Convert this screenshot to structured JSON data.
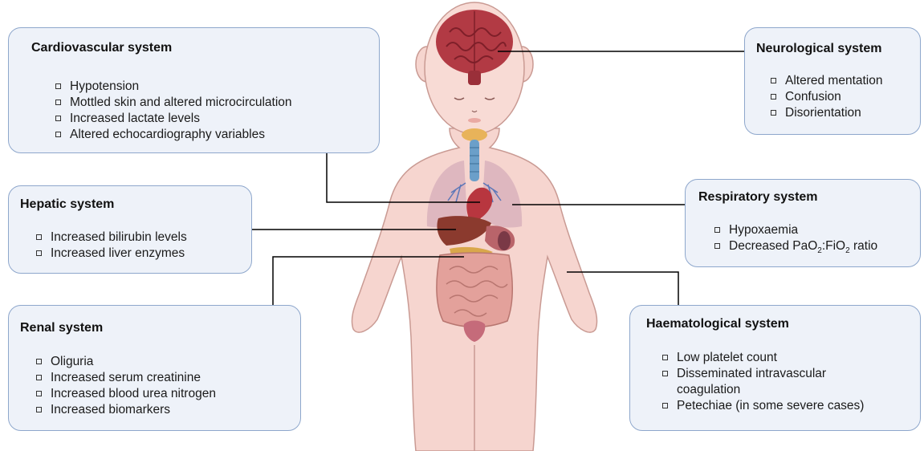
{
  "systems": {
    "cardiovascular": {
      "title": "Cardiovascular system",
      "items": [
        "Hypotension",
        "Mottled skin and altered microcirculation",
        "Increased lactate levels",
        "Altered echocardiography variables"
      ]
    },
    "neurological": {
      "title": "Neurological system",
      "items": [
        "Altered mentation",
        "Confusion",
        "Disorientation"
      ]
    },
    "hepatic": {
      "title": "Hepatic system",
      "items": [
        "Increased bilirubin levels",
        "Increased liver enzymes"
      ]
    },
    "respiratory": {
      "title": "Respiratory system",
      "items": [
        "Hypoxaemia"
      ],
      "ratio_prefix": "Decreased PaO",
      "ratio_sub1": "2",
      "ratio_mid": ":FiO",
      "ratio_sub2": "2",
      "ratio_suffix": " ratio"
    },
    "renal": {
      "title": "Renal system",
      "items": [
        "Oliguria",
        "Increased serum  creatinine",
        "Increased blood urea nitrogen",
        "Increased biomarkers"
      ]
    },
    "haematological": {
      "title": "Haematological system",
      "items": [
        "Low platelet count",
        "Disseminated intravascular",
        "coagulation",
        "Petechiae (in some severe cases)"
      ]
    }
  },
  "colors": {
    "box_fill": "#eef2f9",
    "box_border": "#8ea7cc",
    "skin": "#f6d5cf",
    "skin_outline": "#c99a93",
    "connector": "#000000"
  }
}
